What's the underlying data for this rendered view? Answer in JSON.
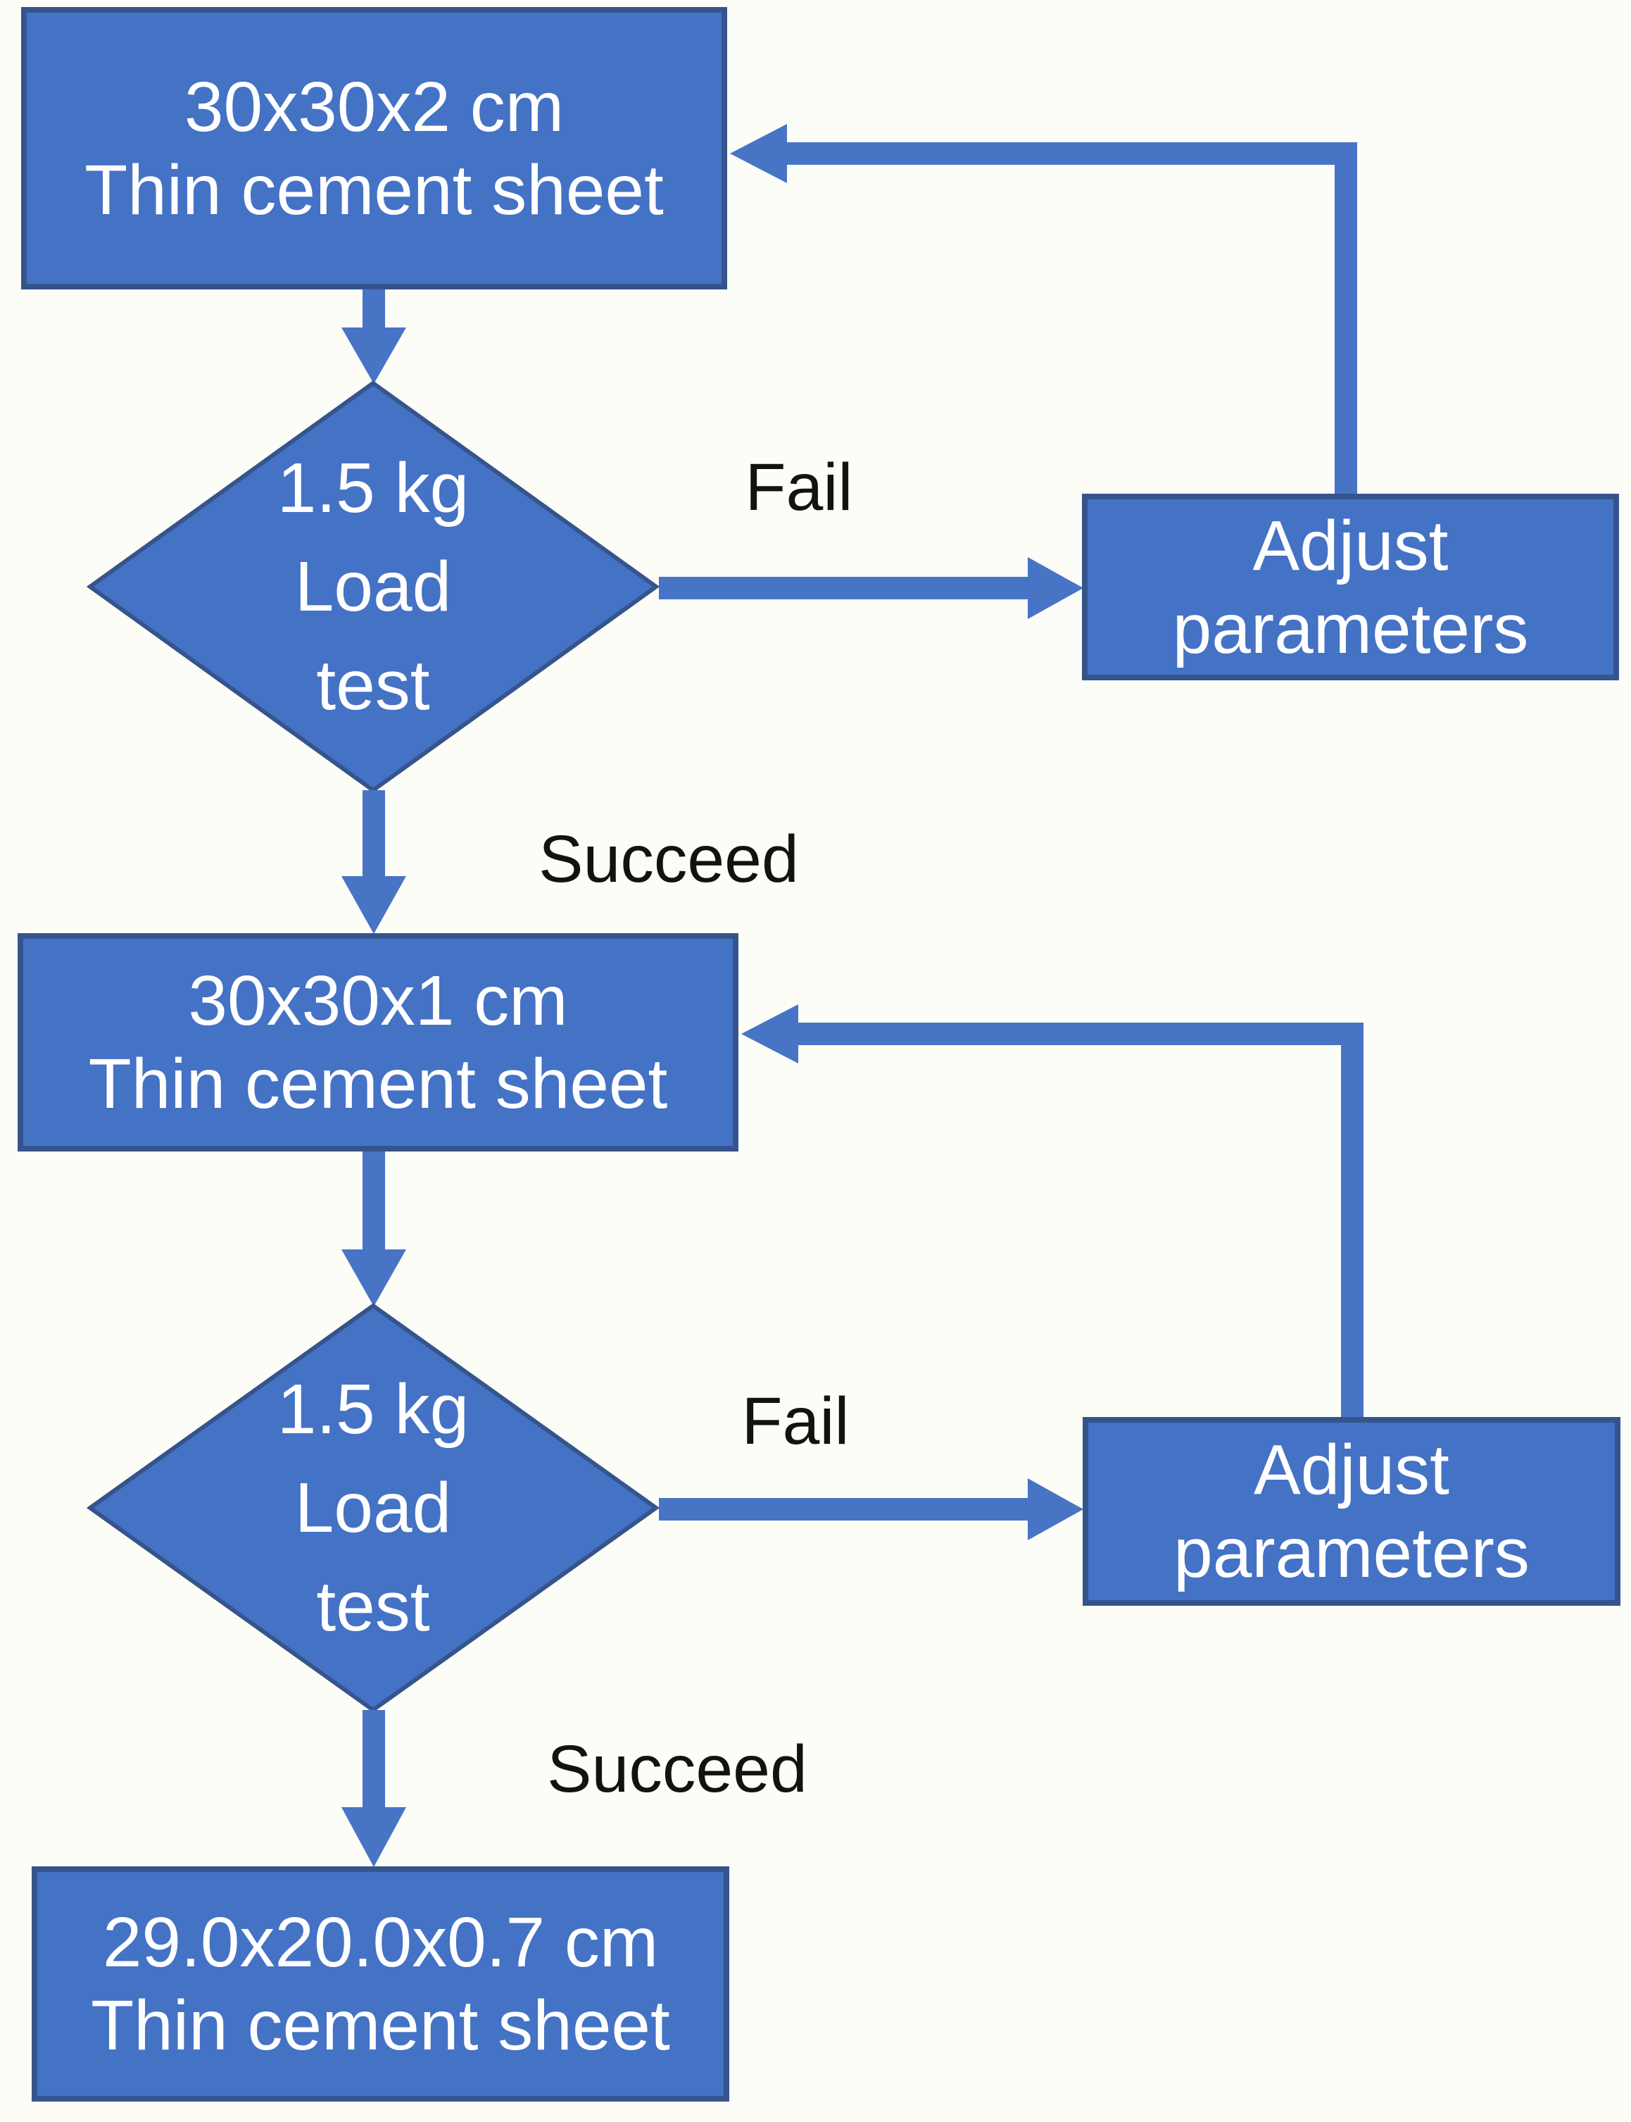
{
  "colors": {
    "background": "#FDFDF8",
    "node_fill": "#4472C4",
    "node_border": "#36548C",
    "connector": "#4874C6",
    "node_text": "#FFFFFF",
    "label_text": "#121212"
  },
  "flowchart": {
    "nodes": {
      "sheet1": {
        "line1": "30x30x2 cm",
        "line2": "Thin cement sheet"
      },
      "test1": {
        "line1": "1.5 kg",
        "line2": "Load",
        "line3": "test"
      },
      "adjust1": {
        "line1": "Adjust",
        "line2": "parameters"
      },
      "sheet2": {
        "line1": "30x30x1 cm",
        "line2": "Thin cement sheet"
      },
      "test2": {
        "line1": "1.5 kg",
        "line2": "Load",
        "line3": "test"
      },
      "adjust2": {
        "line1": "Adjust",
        "line2": "parameters"
      },
      "sheet3": {
        "line1": "29.0x20.0x0.7 cm",
        "line2": "Thin cement sheet"
      }
    },
    "labels": {
      "fail1": "Fail",
      "succeed1": "Succeed",
      "fail2": "Fail",
      "succeed2": "Succeed"
    }
  }
}
